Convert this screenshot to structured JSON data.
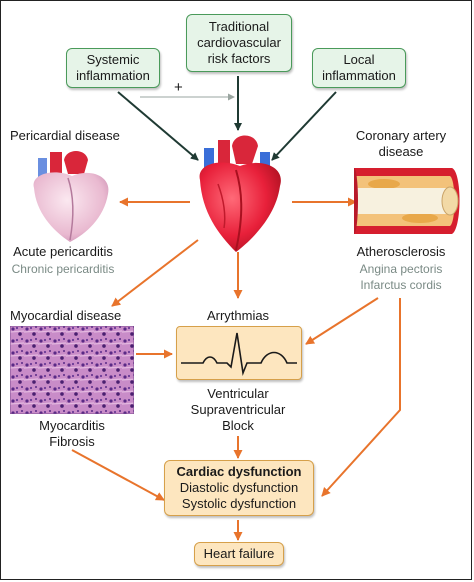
{
  "top_boxes": {
    "systemic": [
      "Systemic",
      "inflammation"
    ],
    "traditional": [
      "Traditional",
      "cardiovascular",
      "risk factors"
    ],
    "local": [
      "Local",
      "inflammation"
    ],
    "plus": "+"
  },
  "pericardial": {
    "heading": "Pericardial disease",
    "primary": "Acute pericarditis",
    "secondary": "Chronic pericarditis"
  },
  "coronary": {
    "heading": [
      "Coronary artery",
      "disease"
    ],
    "primary": "Atherosclerosis",
    "secondary": [
      "Angina pectoris",
      "Infarctus cordis"
    ]
  },
  "myocardial": {
    "heading": "Myocardial disease",
    "items": [
      "Myocarditis",
      "Fibrosis"
    ]
  },
  "arrhythmias": {
    "heading": "Arrythmias",
    "items": [
      "Ventricular",
      "Supraventricular",
      "Block"
    ]
  },
  "dysfunction": {
    "title": "Cardiac dysfunction",
    "items": [
      "Diastolic dysfunction",
      "Systolic dysfunction"
    ]
  },
  "outcome": "Heart failure",
  "colors": {
    "green_border": "#4a9a5a",
    "green_fill": "#e6f4e8",
    "orange_arrow": "#e8742c",
    "orange_fill": "#fde6bf",
    "dark_arrow": "#1f3a33",
    "secondary_text": "#7a8a85"
  }
}
